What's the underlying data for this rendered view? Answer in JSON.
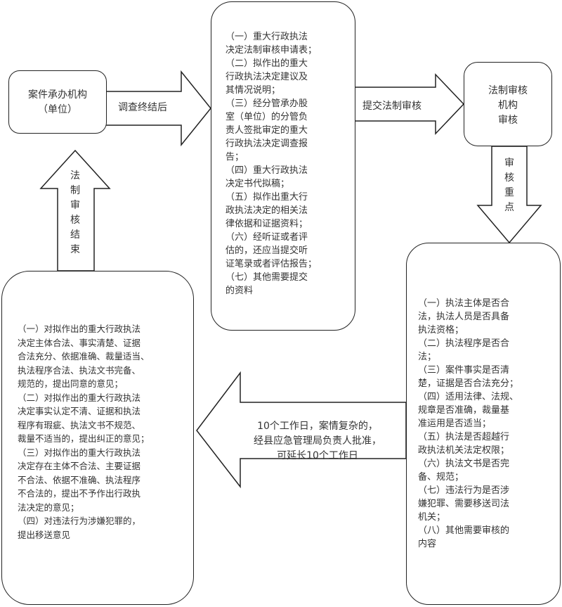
{
  "unit_box": {
    "lines": [
      "案件承办机构",
      "（单位）"
    ]
  },
  "arrow_investigation": {
    "label": "调查终结后"
  },
  "materials_box": {
    "lines": [
      "（一）重大行政执法",
      "决定法制审核申请表；",
      "（二）拟作出的重大",
      "行政执法决定建议及",
      "其情况说明；",
      "（三）经分管承办股",
      "室（单位）的分管负",
      "责人签批审定的重大",
      "行政执法决定调查报",
      "告；",
      "（四）重大行政执法",
      "决定书代拟稿；",
      "（五）拟作出重大行",
      "政执法决定的相关法",
      "律依据和证据资料；",
      "（六）经听证或者评",
      "估的，还应当提交听",
      "证笔录或者评估报告；",
      "（七）其他需要提交",
      "的资料"
    ]
  },
  "arrow_submit": {
    "label": "提交法制审核"
  },
  "review_org_box": {
    "lines": [
      "法制审核",
      "机构",
      "审核"
    ]
  },
  "arrow_review_points": {
    "label": "审核重点"
  },
  "review_points_box": {
    "lines": [
      "（一）执法主体是否合",
      "法，执法人员是否具备",
      "执法资格；",
      "（二）执法程序是否合",
      "法；",
      "（三）案件事实是否清",
      "楚，证据是否合法充分；",
      "（四）适用法律、法规、",
      "规章是否准确，裁量基",
      "准运用是否适当；",
      "（五）执法是否超越行",
      "政执法机关法定权限；",
      "（六）执法文书是否完",
      "备、规范；",
      "（七）违法行为是否涉",
      "嫌犯罪、需要移送司法",
      "机关；",
      "（八）其他需要审核的",
      "内容"
    ]
  },
  "arrow_deadline": {
    "lines": [
      "10个工作日，案情复杂的，",
      "经县应急管理局负责人批准，",
      "可延长10个工作日"
    ]
  },
  "opinions_box": {
    "lines": [
      "（一）对拟作出的重大行政执法",
      "决定主体合法、事实清楚、证据",
      "合法充分、依据准确、裁量适当、",
      "执法程序合法、执法文书完备、",
      "规范的，提出同意的意见；",
      "（二）对拟作出的重大行政执法",
      "决定事实认定不清、证据和执法",
      "程序有瑕疵、执法文书不规范、",
      "裁量不适当的，提出纠正的意见；",
      "（三）对拟作出的重大行政执法",
      "决定存在主体不合法、主要证据",
      "不合法、依据不准确、执法程序",
      "不合法的，提出不予作出行政执",
      "法决定的意见；",
      "（四）对违法行为涉嫌犯罪的，",
      "提出移送意见"
    ]
  },
  "arrow_end": {
    "label": "法制审核结束"
  },
  "colors": {
    "stroke": "#222222",
    "text": "#333333"
  }
}
